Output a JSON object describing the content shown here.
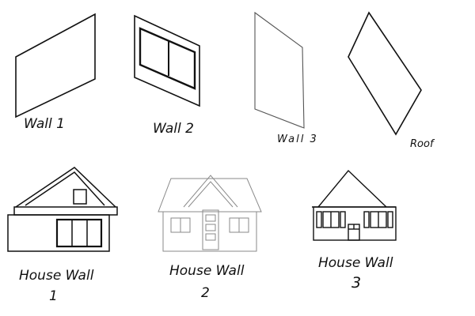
{
  "labels": {
    "wall1": "Wall 1",
    "wall2": "Wall 2",
    "wall3": "Wall 3",
    "roof": "Roof",
    "house_wall": "House Wall",
    "house1_num": "1",
    "house2_num": "2",
    "house3_num": "3"
  },
  "colors": {
    "line": "#111111",
    "light_line": "#8a8a8a"
  }
}
